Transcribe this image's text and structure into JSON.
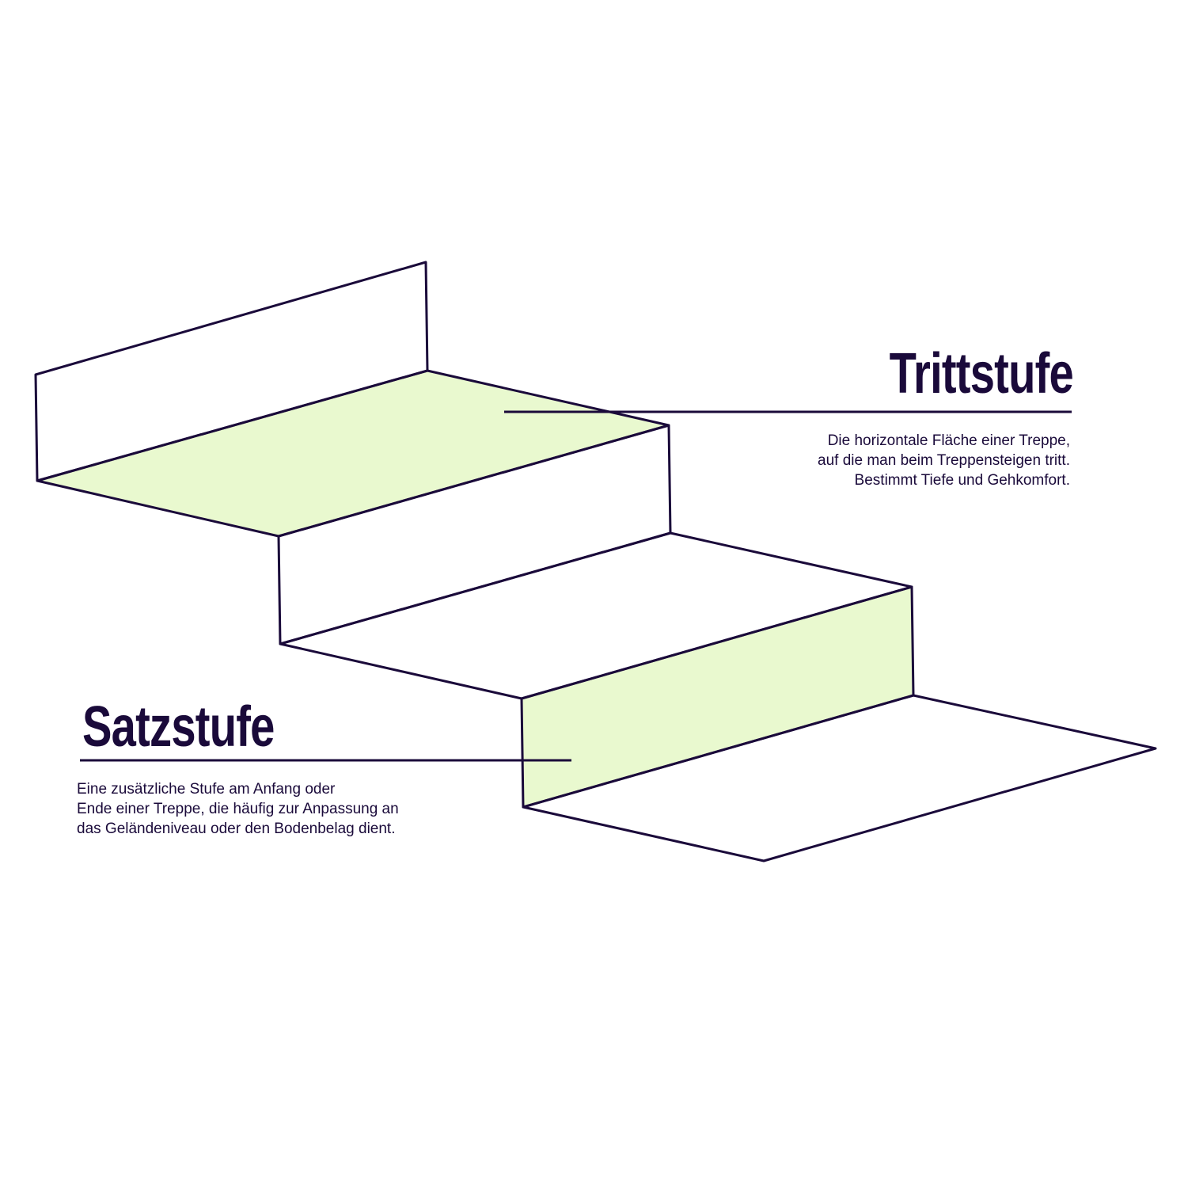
{
  "colors": {
    "stroke": "#1a0a3a",
    "highlight": "#e9f9cf",
    "background": "#ffffff"
  },
  "trittstufe": {
    "title": "Trittstufe",
    "description": [
      "Die horizontale Fläche einer Treppe,",
      "auf die man beim Treppensteigen tritt.",
      "Bestimmt Tiefe und Gehkomfort."
    ]
  },
  "satzstufe": {
    "title": "Satzstufe",
    "description": [
      "Eine zusätzliche Stufe am Anfang oder",
      "Ende einer Treppe, die häufig zur Anpassung an",
      "das Geländeniveau oder den Bodenbelag dient."
    ]
  }
}
